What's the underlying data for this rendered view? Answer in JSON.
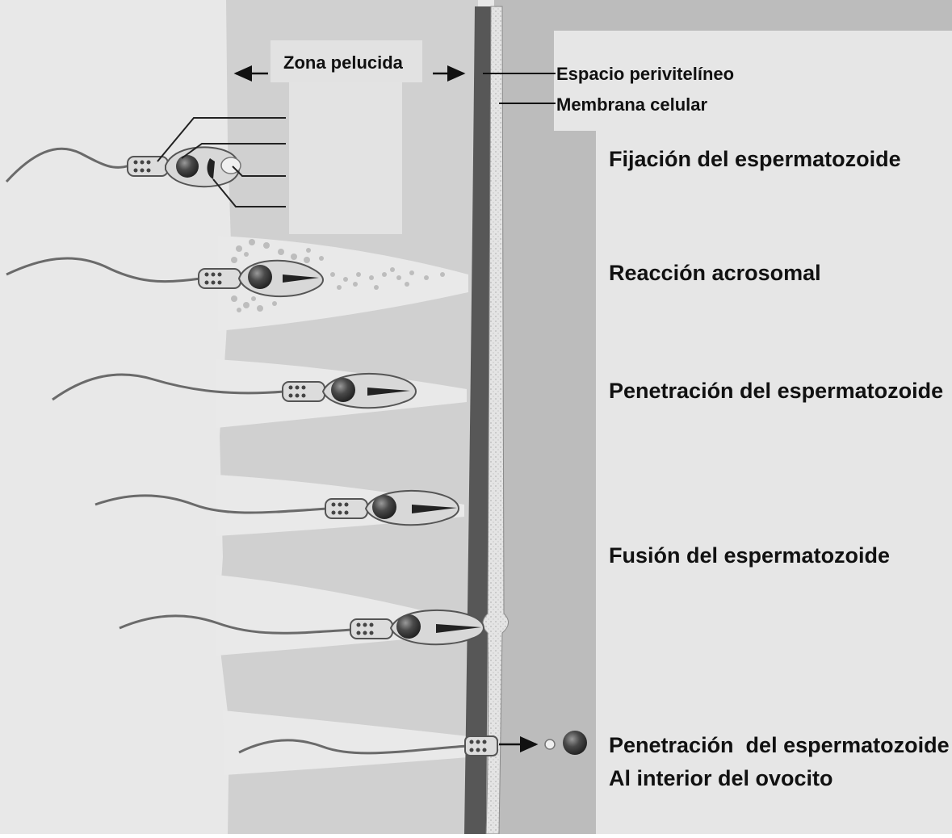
{
  "labels": {
    "zona_pelucida": "Zona pelucida",
    "espacio_perivitelineo": "Espacio perivitelíneo",
    "membrana_celular": "Membrana celular"
  },
  "stages": [
    {
      "line1": "Fijación del espermatozoide"
    },
    {
      "line1": "Reacción acrosomal"
    },
    {
      "line1": "Penetración del espermatozoide"
    },
    {
      "line1": "Fusión del espermatozoide"
    },
    {
      "line1": "Penetración  del espermatozoide",
      "line2": "Al interior del ovocito"
    }
  ],
  "colors": {
    "background_outer": "#e6e6e6",
    "zona_band": "#cfcfcf",
    "perivitelline": "#565656",
    "membrane": "#e2e2e2",
    "cytoplasm": "#bdbdbd",
    "label_box": "#e7e7e7",
    "sperm_nucleus": "#3c3c3c",
    "arrow": "#111111"
  }
}
